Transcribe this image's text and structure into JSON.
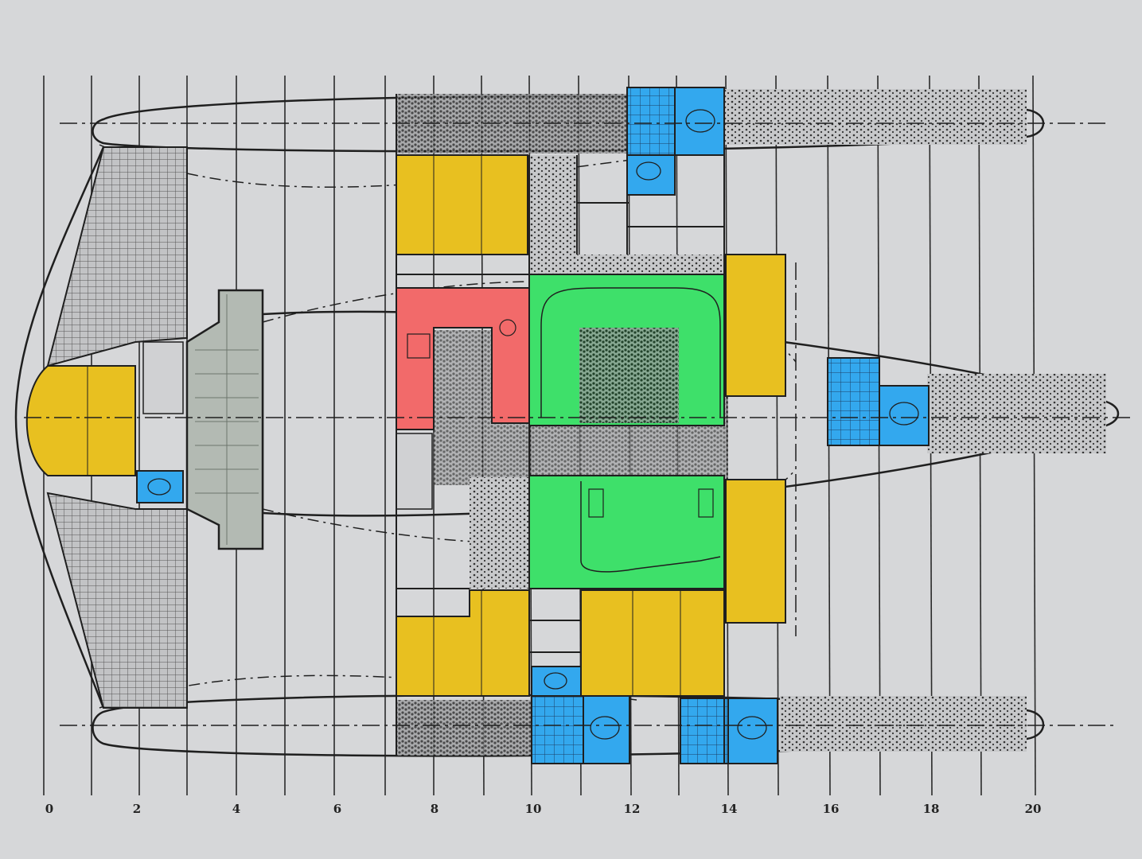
{
  "station_labels": [
    {
      "text": "0"
    },
    {
      "text": "2"
    },
    {
      "text": "4"
    },
    {
      "text": "6"
    },
    {
      "text": "8"
    },
    {
      "text": "10"
    },
    {
      "text": "12"
    },
    {
      "text": "14"
    },
    {
      "text": "16"
    },
    {
      "text": "18"
    },
    {
      "text": "20"
    }
  ],
  "zone_colors": {
    "berth": "#e8c020",
    "galley": "#f26a6a",
    "saloon": "#3ee06a",
    "heads": "#33a8ee"
  }
}
